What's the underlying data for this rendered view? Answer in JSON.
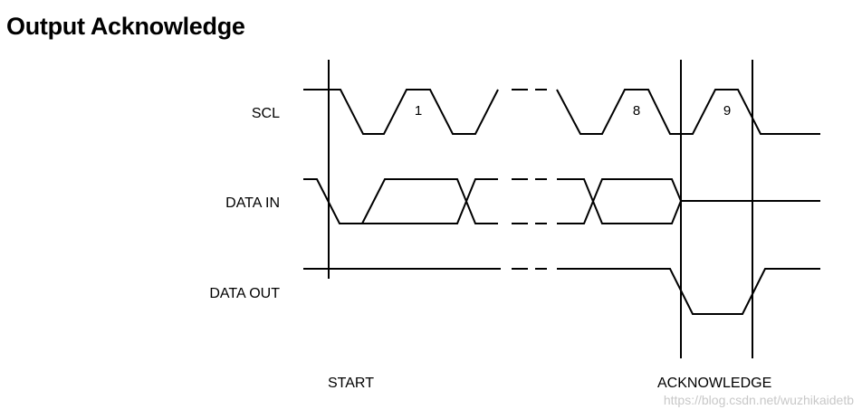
{
  "title": "Output Acknowledge",
  "signals": {
    "scl": "SCL",
    "data_in": "DATA IN",
    "data_out": "DATA OUT"
  },
  "pulses": {
    "first": "1",
    "eighth": "8",
    "ninth": "9"
  },
  "markers": {
    "start": "START",
    "acknowledge": "ACKNOWLEDGE"
  },
  "watermark": "https://blog.csdn.net/wuzhikaidetb"
}
